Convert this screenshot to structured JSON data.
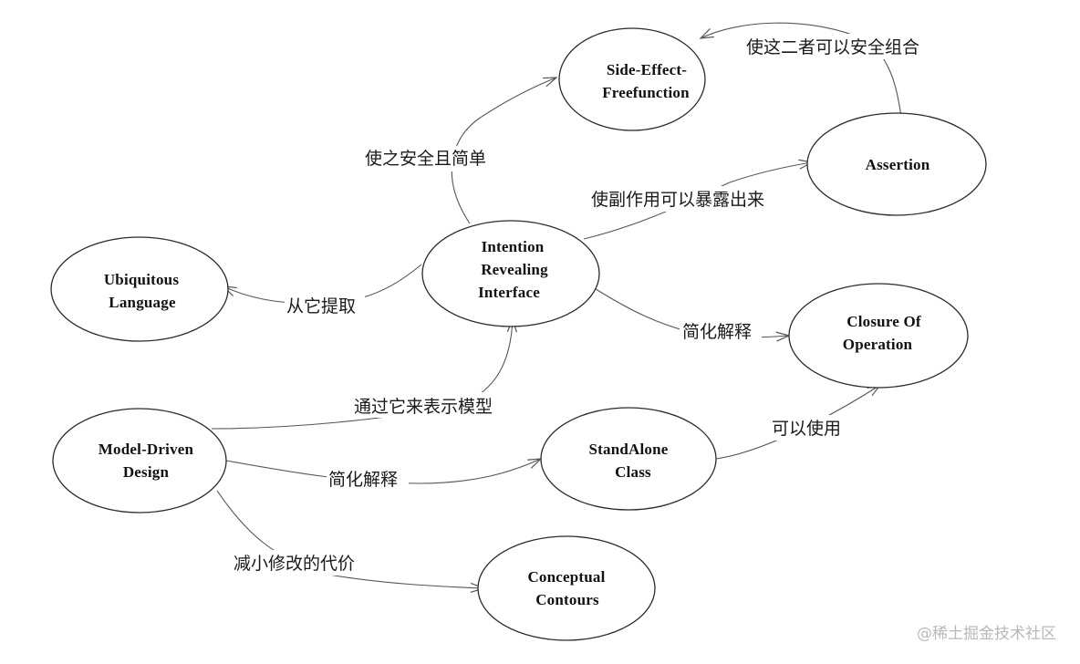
{
  "diagram": {
    "nodes": {
      "side_effect_free": {
        "line1": "Side-Effect-",
        "line2": "Freefunction"
      },
      "assertion": {
        "line1": "Assertion"
      },
      "intention_revealing": {
        "line1": "Intention",
        "line2": "Revealing",
        "line3": "Interface"
      },
      "ubiquitous_language": {
        "line1": "Ubiquitous",
        "line2": "Language"
      },
      "closure_of_operation": {
        "line1": "Closure Of",
        "line2": "Operation"
      },
      "model_driven_design": {
        "line1": "Model-Driven",
        "line2": "Design"
      },
      "standalone_class": {
        "line1": "StandAlone",
        "line2": "Class"
      },
      "conceptual_contours": {
        "line1": "Conceptual",
        "line2": "Contours"
      }
    },
    "edges": {
      "combine_safely": "使这二者可以安全组合",
      "safe_simple": "使之安全且简单",
      "expose_side_effects": "使副作用可以暴露出来",
      "extract_from": "从它提取",
      "simplify_closure": "简化解释",
      "express_model": "通过它来表示模型",
      "simplify_standalone": "简化解释",
      "can_use": "可以使用",
      "reduce_cost": "减小修改的代价"
    }
  },
  "watermark": "@稀土掘金技术社区"
}
